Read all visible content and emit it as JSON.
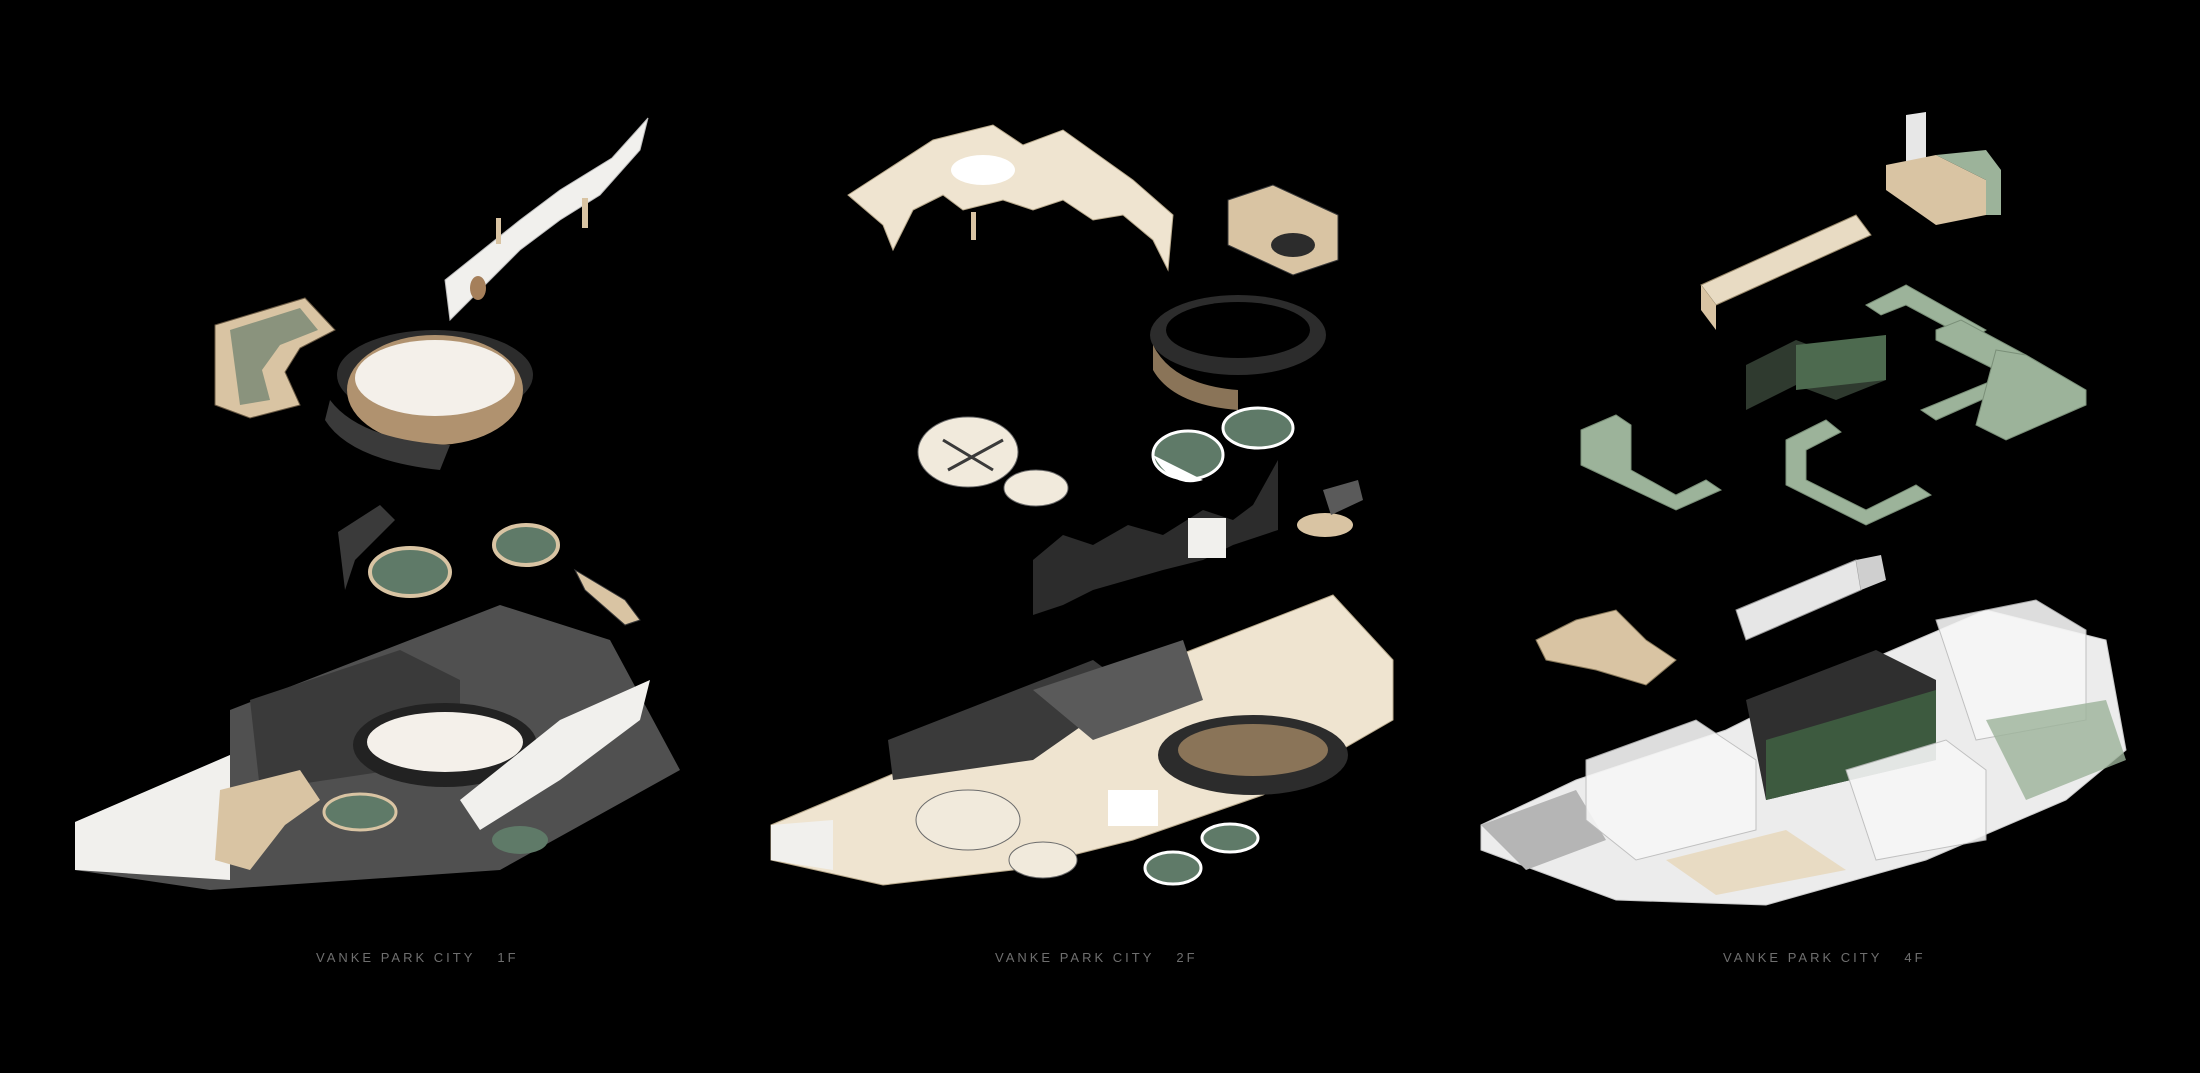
{
  "panels": [
    {
      "name": "VANKE PARK CITY",
      "floor": "1F"
    },
    {
      "name": "VANKE PARK CITY",
      "floor": "2F"
    },
    {
      "name": "VANKE PARK CITY",
      "floor": "4F"
    }
  ],
  "colors": {
    "background": "#000000",
    "caption": "#6f6f6f",
    "canopy_white": "#f1f0ed",
    "timber": "#d9c4a3",
    "dark_slate": "#3a3a3a",
    "green_glass": "#5f7a68",
    "sage_green": "#9cb39a",
    "cream_floor": "#efe4d0"
  }
}
